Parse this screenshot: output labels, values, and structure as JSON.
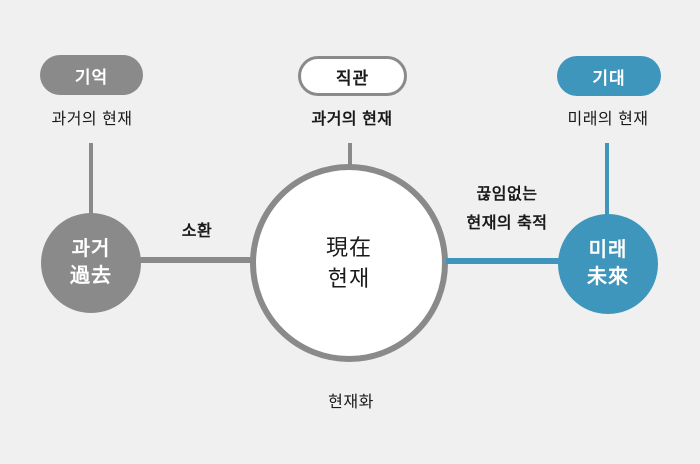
{
  "colors": {
    "background": "#f0f0f0",
    "gray": "#8a8a8a",
    "blue": "#3e96bc",
    "text": "#1a1a1a",
    "white": "#ffffff"
  },
  "diagram": {
    "past": {
      "badge": "기억",
      "sublabel": "과거의 현재",
      "circle_line1": "과거",
      "circle_line2": "過去",
      "edge_label": "소환"
    },
    "present": {
      "badge": "직관",
      "sublabel": "과거의 현재",
      "circle_line1": "現在",
      "circle_line2": "현재",
      "bottom_label": "현재화"
    },
    "future": {
      "badge": "기대",
      "sublabel": "미래의 현재",
      "circle_line1": "미래",
      "circle_line2": "未來",
      "edge_label_line1": "끊임없는",
      "edge_label_line2": "현재의 축적"
    }
  }
}
